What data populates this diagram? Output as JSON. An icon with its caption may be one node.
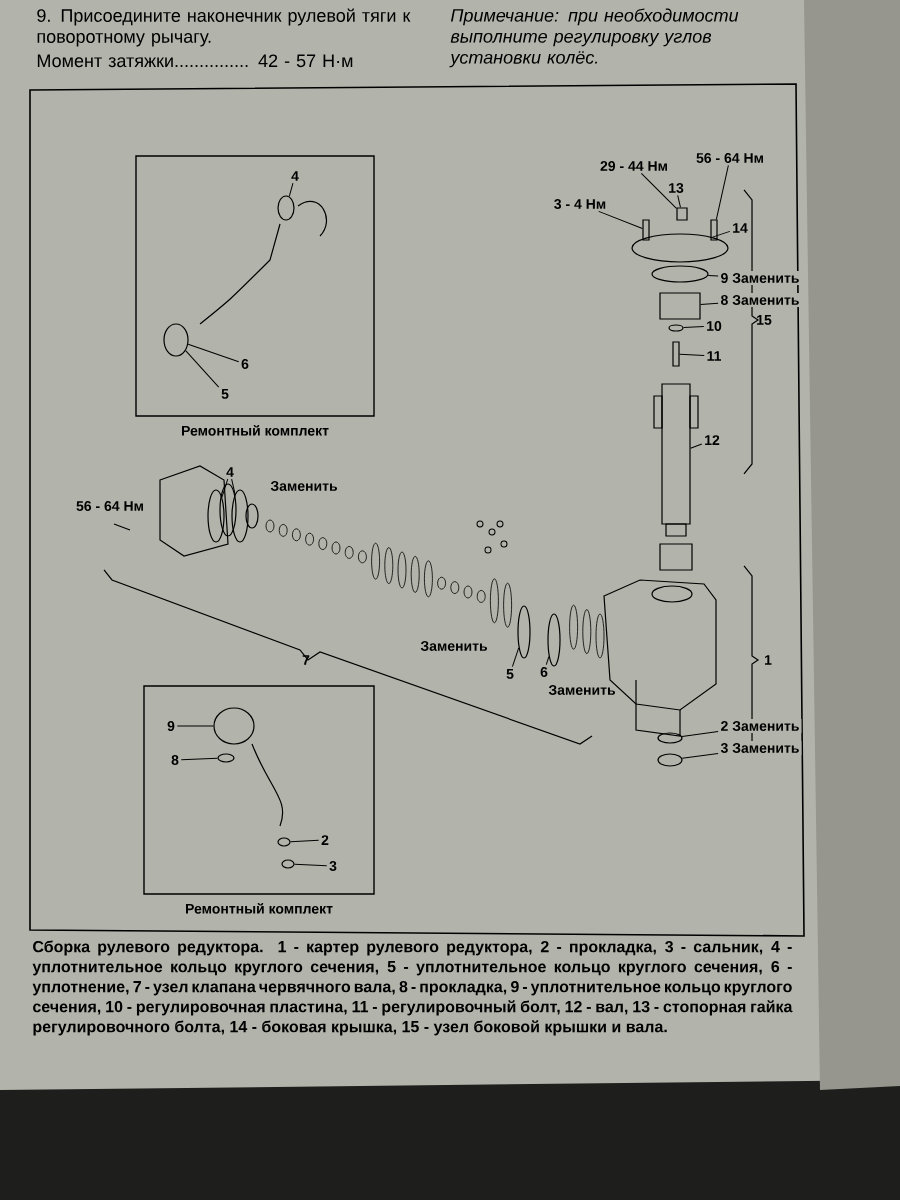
{
  "diagram": {
    "caption": "Сборка рулевого редуктора. 1 - картер рулевого редуктора, 2 - прокладка, 3 - сальник, 4 - уплотнительное кольцо круглого сечения, 5 - уплотнительное кольцо круглого сечения, 6 - уплотнение, 7 - узел клапана червячного вала, 8 - прокладка, 9 - уплотнительное кольцо круглого сечения, 10 - регулировочная пластина, 11 - регулировочный болт, 12 - вал, 13 - стопорная гайка регулировочного болта, 14 - боковая крышка, 15 - узел боковой крышки и вала.",
    "nodes": [
      {
        "text": [],
        "shape": "box",
        "beside": [
          "Ремонтный комплект"
        ]
      },
      {
        "text": [
          "4"
        ],
        "in": 0
      },
      {
        "text": [
          "6"
        ],
        "in": 0
      },
      {
        "text": [
          "5"
        ],
        "in": 0
      },
      {
        "text": [
          "29 - 44 Нм"
        ]
      },
      {
        "text": [
          "56 - 64 Нм"
        ]
      },
      {
        "text": [
          "13"
        ]
      },
      {
        "text": [
          "3 - 4 Нм"
        ]
      },
      {
        "text": [
          "14"
        ]
      },
      {
        "text": [
          "9 Заменить"
        ]
      },
      {
        "text": [
          "8 Заменить"
        ]
      },
      {
        "text": [
          "10"
        ]
      },
      {
        "text": [
          "11"
        ]
      },
      {
        "text": [
          "12"
        ]
      },
      {
        "text": [
          "4"
        ]
      },
      {
        "text": [
          "5"
        ]
      },
      {
        "text": [
          "6"
        ]
      },
      {
        "text": [],
        "shape": "box",
        "beside": [
          "Ремонтный комплект"
        ]
      },
      {
        "text": [
          "9"
        ],
        "in": 17
      },
      {
        "text": [
          "8"
        ],
        "in": 17
      },
      {
        "text": [
          "2"
        ],
        "in": 17
      },
      {
        "text": [
          "3"
        ],
        "in": 17
      },
      {
        "text": [
          "2 Заменить"
        ]
      },
      {
        "text": [
          "3 Заменить"
        ]
      },
      {
        "text": [],
        "shape": "circle",
        "in": 0
      },
      {
        "text": [],
        "shape": "circle",
        "in": 0
      },
      {
        "text": [],
        "shape": "box"
      },
      {
        "text": [],
        "shape": "box"
      },
      {
        "text": [],
        "shape": "box"
      },
      {
        "text": [],
        "shape": "circle"
      },
      {
        "text": [],
        "shape": "circle"
      },
      {
        "text": [],
        "shape": "box"
      },
      {
        "text": [],
        "shape": "circle"
      },
      {
        "text": [],
        "shape": "box"
      },
      {
        "text": [],
        "shape": "box"
      },
      {
        "text": [],
        "shape": "circle"
      },
      {
        "text": [],
        "shape": "circle"
      },
      {
        "text": [],
        "shape": "circle"
      },
      {
        "text": [],
        "shape": "circle"
      },
      {
        "text": [],
        "shape": "circle",
        "in": 17
      },
      {
        "text": [],
        "shape": "circle",
        "in": 17
      },
      {
        "text": [],
        "shape": "circle",
        "in": 17
      },
      {
        "text": [],
        "shape": "circle",
        "in": 17
      },
      {
        "text": [],
        "shape": "circle"
      },
      {
        "text": [],
        "shape": "circle"
      }
    ],
    "edges": [
      {
        "from": 1,
        "to": 24,
        "arrow": "none"
      },
      {
        "from": 2,
        "to": 25,
        "arrow": "none"
      },
      {
        "from": 3,
        "to": 25,
        "arrow": "none"
      },
      {
        "from": 4,
        "to": 26,
        "arrow": "none"
      },
      {
        "from": 5,
        "to": 27,
        "arrow": "none"
      },
      {
        "from": 6,
        "to": 26,
        "arrow": "none"
      },
      {
        "from": 7,
        "to": 28,
        "arrow": "none"
      },
      {
        "from": 8,
        "to": 29,
        "arrow": "none"
      },
      {
        "from": 9,
        "to": 30,
        "arrow": "none"
      },
      {
        "from": 10,
        "to": 31,
        "arrow": "none"
      },
      {
        "from": 11,
        "to": 32,
        "arrow": "none"
      },
      {
        "from": 12,
        "to": 33,
        "arrow": "none"
      },
      {
        "from": 13,
        "to": 34,
        "arrow": "none"
      },
      {
        "from": 14,
        "to": 35,
        "arrow": "none"
      },
      {
        "from": 14,
        "to": 36,
        "arrow": "none"
      },
      {
        "from": 15,
        "to": 37,
        "arrow": "none"
      },
      {
        "from": 16,
        "to": 38,
        "arrow": "none"
      },
      {
        "from": 18,
        "to": 39,
        "arrow": "none"
      },
      {
        "from": 19,
        "to": 40,
        "arrow": "none"
      },
      {
        "from": 20,
        "to": 41,
        "arrow": "none"
      },
      {
        "from": 21,
        "to": 42,
        "arrow": "none"
      },
      {
        "from": 22,
        "to": 43,
        "arrow": "none"
      },
      {
        "from": 23,
        "to": 44,
        "arrow": "none"
      }
    ],
    "labels": [
      "9. Присоедините наконечник рулевой тяги к поворотному рычагу.",
      "Момент затяжки............... 42 - 57 Н·м",
      "Примечание: при необходимости выполните регулировку углов установки колёс.",
      "Заменить",
      "56 - 64 Нм",
      "15",
      "7",
      "Заменить",
      "Заменить",
      "1"
    ]
  }
}
